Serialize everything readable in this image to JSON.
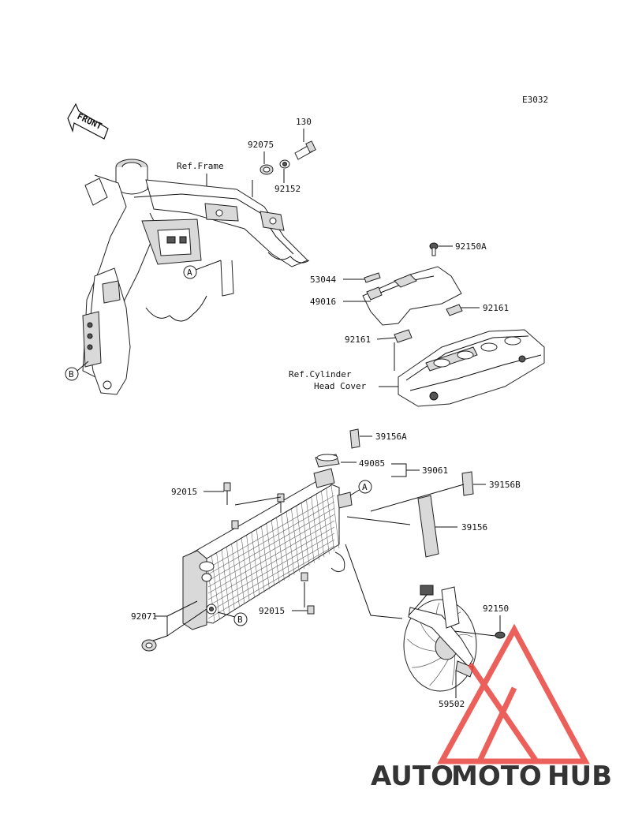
{
  "diagram_code": "E3032",
  "front_label": "FRONT",
  "refs": {
    "frame": "Ref.Frame",
    "cylinder_line1": "Ref.Cylinder",
    "cylinder_line2": "Head Cover"
  },
  "markers": {
    "a": "A",
    "b": "B"
  },
  "parts": {
    "p130": "130",
    "p92075": "92075",
    "p92152": "92152",
    "p92150A": "92150A",
    "p53044": "53044",
    "p49016": "49016",
    "p92161_right": "92161",
    "p92161_left": "92161",
    "p39156A": "39156A",
    "p49085": "49085",
    "p39061": "39061",
    "p39156B": "39156B",
    "p92015_top": "92015",
    "p39156": "39156",
    "p92071": "92071",
    "p92015_bottom": "92015",
    "p92150": "92150",
    "p59502": "59502"
  },
  "watermark": {
    "part1": "AUTO",
    "part2": "MOTO",
    "part3": "HUB",
    "colors": {
      "auto": "#f5b97a",
      "moto": "#f28a84",
      "hub": "#6d6d6d",
      "triangle": "#e9453f"
    }
  }
}
